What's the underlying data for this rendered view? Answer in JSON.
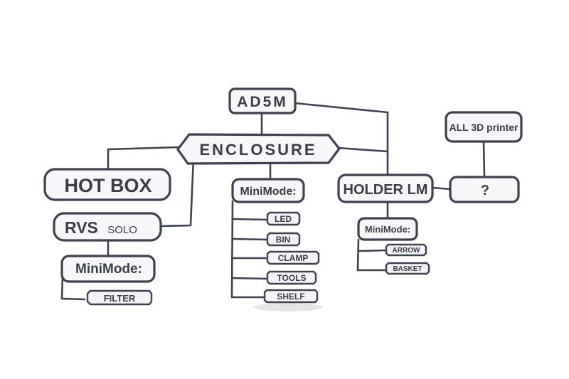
{
  "root": {
    "label": "AD5M"
  },
  "enclosure": {
    "label": "ENCLOSURE"
  },
  "hotbox": {
    "label": "HOT BOX",
    "rvs": {
      "label_main": "RVS",
      "label_sub": "SOLO"
    },
    "minimode": {
      "label": "MiniMode:",
      "items": [
        "FILTER"
      ]
    }
  },
  "enclosure_minimode": {
    "label": "MiniMode:",
    "items": [
      "LED",
      "BIN",
      "CLAMP",
      "TOOLS",
      "SHELF"
    ]
  },
  "holder": {
    "label": "HOLDER LM",
    "minimode": {
      "label": "MiniMode:",
      "items": [
        "ARROW",
        "BASKET"
      ]
    }
  },
  "all_printer": {
    "label": "ALL 3D printer"
  },
  "unknown": {
    "label": "?"
  },
  "colors": {
    "stroke": "#3e424e",
    "text": "#3a3d48",
    "fill": "#f7f7f9"
  }
}
